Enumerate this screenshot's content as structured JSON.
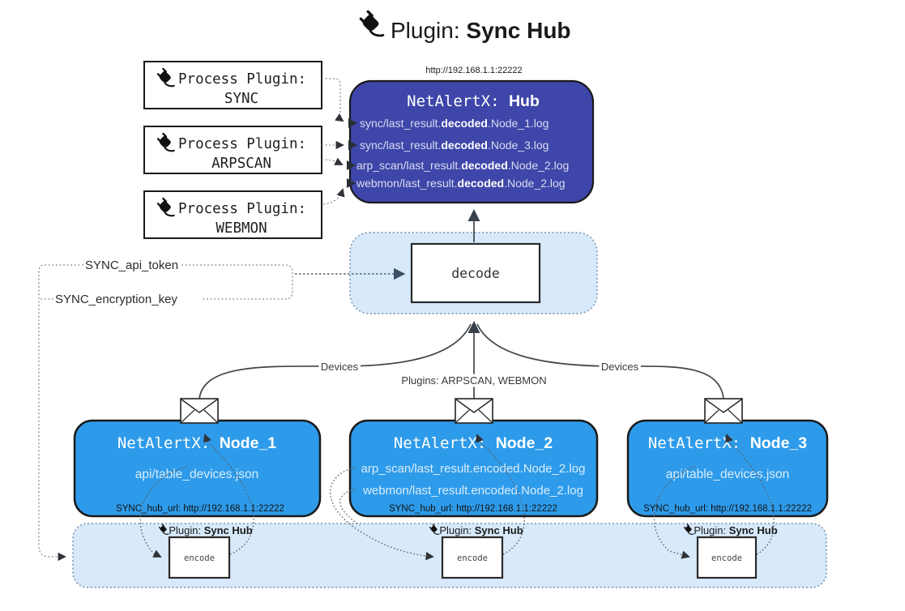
{
  "colors": {
    "hub_fill": "#3E46A9",
    "node_fill": "#2E9BEA",
    "panel_fill": "#D7E9FB"
  },
  "title": {
    "prefix": "Plugin: ",
    "bold": "Sync Hub"
  },
  "process_plugins": [
    {
      "label": "Process Plugin:",
      "name": "SYNC"
    },
    {
      "label": "Process Plugin:",
      "name": "ARPSCAN"
    },
    {
      "label": "Process Plugin:",
      "name": "WEBMON"
    }
  ],
  "hub": {
    "url": "http://192.168.1.1:22222",
    "title_prefix": "NetAlertX: ",
    "title_bold": "Hub",
    "logs": [
      {
        "pre": "sync/last_result.",
        "bold": "decoded",
        "post": ".Node_1.log"
      },
      {
        "pre": "sync/last_result.",
        "bold": "decoded",
        "post": ".Node_3.log"
      },
      {
        "pre": "arp_scan/last_result.",
        "bold": "decoded",
        "post": ".Node_2.log"
      },
      {
        "pre": "webmon/last_result.",
        "bold": "decoded",
        "post": ".Node_2.log"
      }
    ]
  },
  "decode_label": "decode",
  "secrets": {
    "api_token": "SYNC_api_token",
    "encryption_key": "SYNC_encryption_key"
  },
  "edge_labels": {
    "devices_left": "Devices",
    "plugins": "Plugins: ARPSCAN, WEBMON",
    "devices_right": "Devices"
  },
  "nodes": [
    {
      "title_prefix": "NetAlertX: ",
      "title_bold": "Node_1",
      "files": [
        "api/table_devices.json"
      ],
      "hub_url": "SYNC_hub_url: http://192.168.1.1:22222"
    },
    {
      "title_prefix": "NetAlertX: ",
      "title_bold": "Node_2",
      "files": [
        "arp_scan/last_result.encoded.Node_2.log",
        "webmon/last_result.encoded.Node_2.log"
      ],
      "hub_url": "SYNC_hub_url: http://192.168.1.1:22222"
    },
    {
      "title_prefix": "NetAlertX: ",
      "title_bold": "Node_3",
      "files": [
        "api/table_devices.json"
      ],
      "hub_url": "SYNC_hub_url: http://192.168.1.1:22222"
    }
  ],
  "encode_sections": [
    {
      "label_prefix": "Plugin: ",
      "label_bold": "Sync Hub",
      "box_label": "encode"
    },
    {
      "label_prefix": "Plugin: ",
      "label_bold": "Sync Hub",
      "box_label": "encode"
    },
    {
      "label_prefix": "Plugin: ",
      "label_bold": "Sync Hub",
      "box_label": "encode"
    }
  ]
}
